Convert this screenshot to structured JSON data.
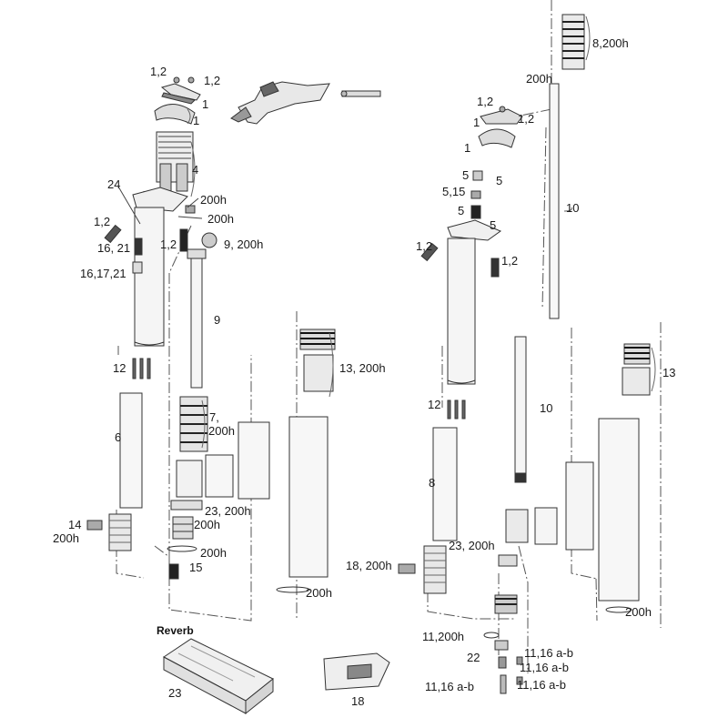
{
  "labels": {
    "l01": "1,2",
    "l02": "1,2",
    "l03": "1",
    "l04": "1",
    "l05": "4",
    "l06": "24",
    "l07": "200h",
    "l08": "200h",
    "l09": "1,2",
    "l10": "16, 21",
    "l11": "1,2",
    "l12": "9, 200h",
    "l13": "16,17,21",
    "l14": "9",
    "l15": "12",
    "l16": "6",
    "l17": "7,",
    "l18": "200h",
    "l19": "13, 200h",
    "l20": "23, 200h",
    "l21": "200h",
    "l22": "14",
    "l23": "200h",
    "l24": "200h",
    "l25": "15",
    "l26": "200h",
    "r01": "8,200h",
    "r02": "200h",
    "r03": "1,2",
    "r04": "1",
    "r05": "1,2",
    "r06": "1",
    "r07": "10",
    "r08": "5",
    "r09": "5",
    "r10": "5,15",
    "r11": "5",
    "r12": "5",
    "r13": "1,2",
    "r14": "1,2",
    "r15": "12",
    "r16": "10",
    "r17": "13",
    "r18": "8",
    "r19": "23, 200h",
    "r20": "18, 200h",
    "r21": "200h",
    "r22": "11,200h",
    "r23": "22",
    "r24": "11,16 a-b",
    "r25": "11,16 a-b",
    "r26": "11,16 a-b",
    "r27": "11,16 a-b",
    "b01": "23",
    "b02": "18"
  },
  "reverb_title": "Reverb"
}
